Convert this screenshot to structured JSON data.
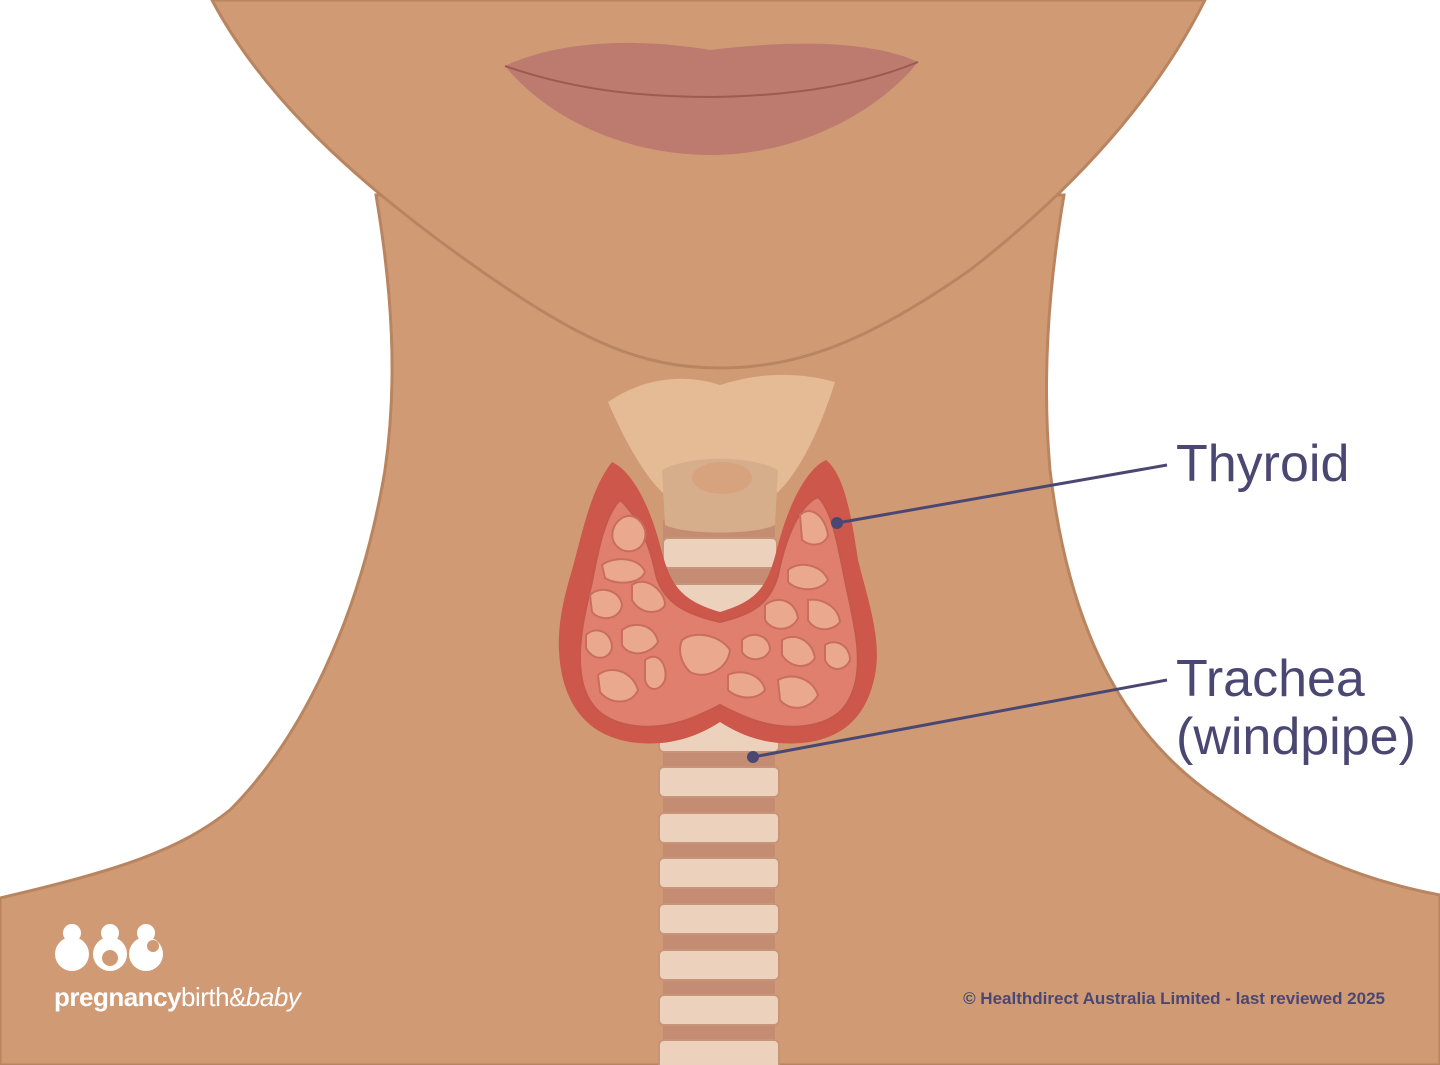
{
  "labels": {
    "thyroid": "Thyroid",
    "trachea_line1": "Trachea",
    "trachea_line2": "(windpipe)"
  },
  "brand": {
    "word1": "pregnancy",
    "word2": "birth",
    "word3": "&",
    "word4": "baby"
  },
  "copyright": "© Healthdirect Australia Limited - last reviewed 2025",
  "colors": {
    "skin": "#d09a74",
    "skin_outline": "#b98560",
    "lips": "#bd7b70",
    "thyroid_outer": "#cd574a",
    "thyroid_inner": "#e07f6e",
    "thyroid_follicle": "#eaa98f",
    "cartilage": "#e4bb94",
    "trachea_ring": "#ecd2bd",
    "trachea_gap": "#c48d73",
    "label": "#4a4873"
  }
}
